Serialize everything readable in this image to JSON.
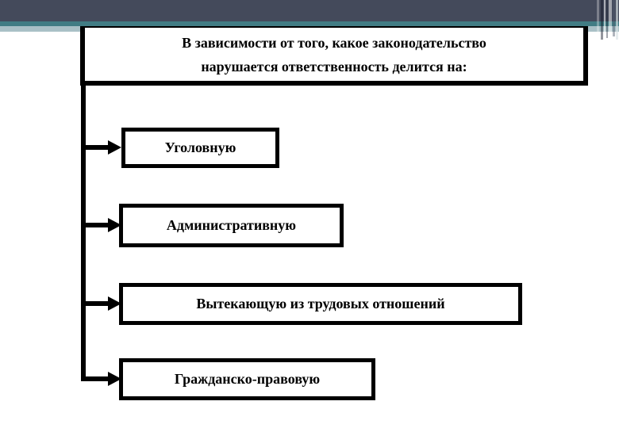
{
  "slide": {
    "title": "В зависимости от того, какое законодательство нарушается ответственность делится на:",
    "title_lines": [
      "В зависимости от того, какое законодательство",
      "нарушается ответственность делится на:"
    ],
    "items": [
      {
        "label": "Уголовную"
      },
      {
        "label": "Административную"
      },
      {
        "label": "Вытекающую из трудовых отношений"
      },
      {
        "label": "Гражданско-правовую"
      }
    ]
  },
  "colors": {
    "top_bar": "#444a5b",
    "teal_stripe": "#417c84",
    "light_stripe": "#a9c0c6",
    "box_border": "#000000",
    "background": "#ffffff",
    "text": "#000000"
  }
}
